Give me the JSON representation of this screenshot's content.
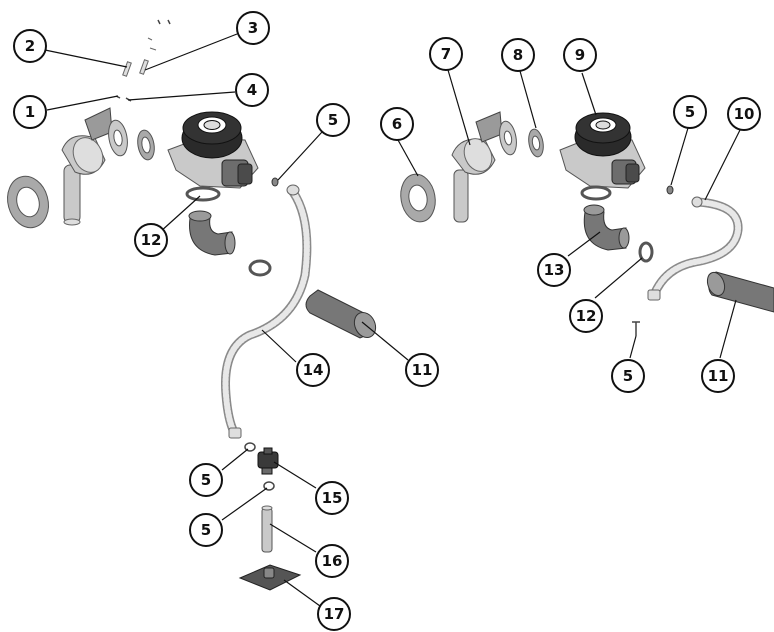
{
  "diagram": {
    "callouts": [
      {
        "label": "1"
      },
      {
        "label": "2"
      },
      {
        "label": "3"
      },
      {
        "label": "4"
      },
      {
        "label": "5"
      },
      {
        "label": "12"
      },
      {
        "label": "14"
      },
      {
        "label": "11"
      },
      {
        "label": "5"
      },
      {
        "label": "15"
      },
      {
        "label": "5"
      },
      {
        "label": "16"
      },
      {
        "label": "17"
      },
      {
        "label": "6"
      },
      {
        "label": "7"
      },
      {
        "label": "8"
      },
      {
        "label": "9"
      },
      {
        "label": "5"
      },
      {
        "label": "10"
      },
      {
        "label": "13"
      },
      {
        "label": "12"
      },
      {
        "label": "5"
      },
      {
        "label": "11"
      }
    ],
    "colors": {
      "line": "#111111",
      "metal": "#c9c9c9",
      "dark_part": "#2a2a2a",
      "background": "#ffffff"
    }
  }
}
